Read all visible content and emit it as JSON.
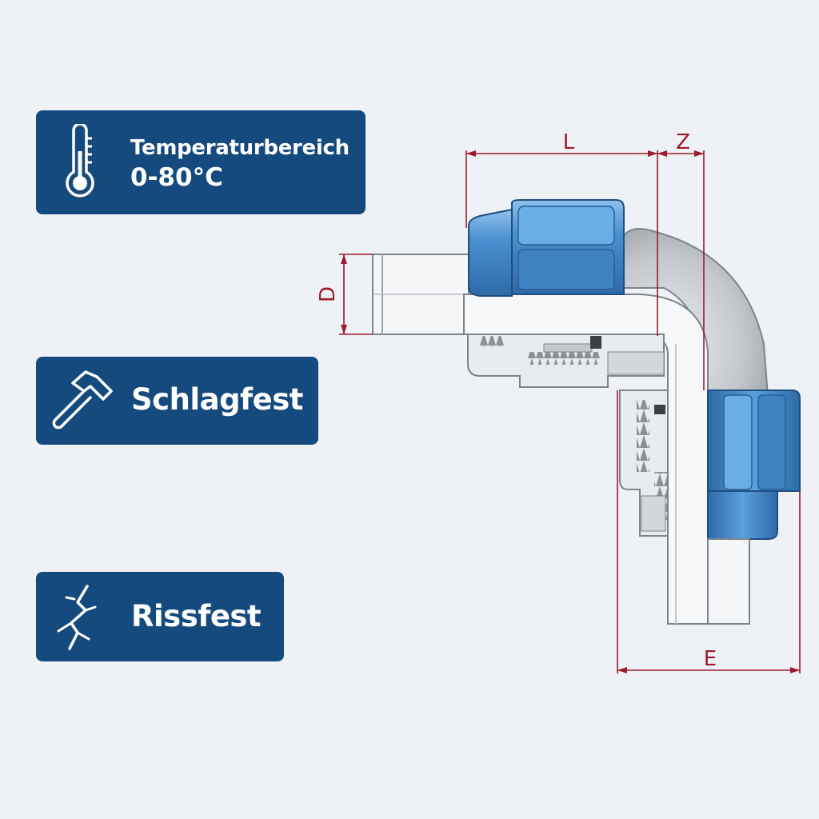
{
  "features": [
    {
      "line1": "Temperaturbereich",
      "line2": "0-80°C",
      "icon": "thermometer-icon"
    },
    {
      "line1": "Schlagfest",
      "icon": "hammer-icon"
    },
    {
      "line1": "Rissfest",
      "icon": "crack-icon"
    }
  ],
  "dimensions": {
    "L": "L",
    "Z": "Z",
    "D": "D",
    "E": "E"
  },
  "colors": {
    "badge": "#144a7d",
    "dimension": "#9e1b2d",
    "nut": "#4a90d0",
    "body": "#b8bcc2",
    "background": "#eef1f5"
  }
}
